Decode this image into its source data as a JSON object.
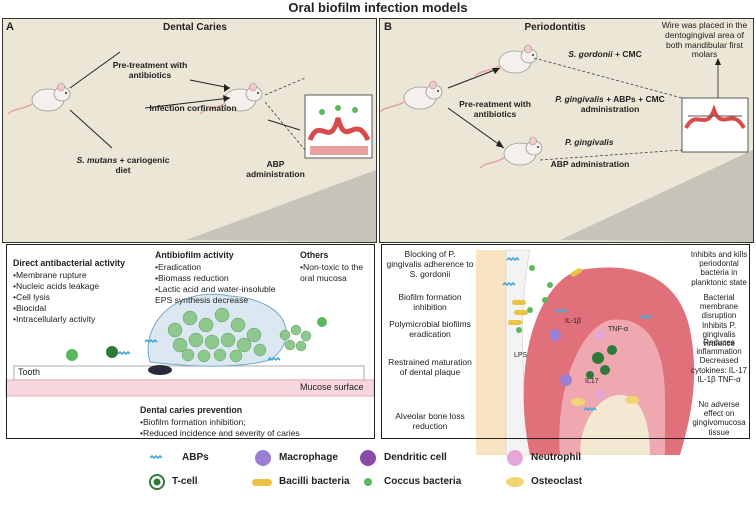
{
  "title": "Oral biofilm infection models",
  "panelA": {
    "letter": "A",
    "heading": "Dental Caries",
    "pretreat": "Pre-treatment with antibiotics",
    "infection": "Infection corfirmation",
    "smutans": "S. mutans",
    "smutans_suffix": "+ cariogenic diet",
    "abp": "ABP administration",
    "direct_title": "Direct antibacterial activity",
    "direct_items": [
      "•Membrane rupture",
      "•Nucleic acids leakage",
      "•Cell lysis",
      "•Biocidal",
      "•Intracellularly activity"
    ],
    "antibiofilm_title": "Antibiofilm activity",
    "antibiofilm_items": [
      "•Eradication",
      "•Biomass reduction",
      "•Lactic acid and water-insoluble EPS synthesis decrease"
    ],
    "others_title": "Others",
    "others_items": [
      "•Non-toxic to the oral mucosa"
    ],
    "tooth": "Tooth",
    "mucose": "Mucose surface",
    "prevention_title": "Dental caries prevention",
    "prevention_items": [
      "•Biofilm formation inhibition;",
      "•Reduced incidence and severity of caries"
    ]
  },
  "panelB": {
    "letter": "B",
    "heading": "Periodontitis",
    "sgordonii": "S. gordonii",
    "sgordonii_suffix": "+ CMC",
    "pging_combo": "P. gingivalis",
    "pging_combo_suffix": "+ ABPs + CMC administration",
    "pging": "P. gingivalis",
    "pretreat": "Pre-reatment with antibiotics",
    "abp": "ABP administration",
    "wire": "Wire was placed in the dentogingival area of both mandibular first molars",
    "left_notes": [
      "Blocking of P. gingivalis adherence to S. gordonii",
      "Biofilm formation inhibition",
      "Polymicrobial biofilms eradication",
      "Restrained maturation of dental plaque",
      "Alveolar bone loss reduction"
    ],
    "right_notes": [
      "Inhibits and kills periodontal bacteria in planktonic state",
      "Bacterial membrane disruption Inhibits P. gingivalis virulence",
      "Reduces inflammation Decreased cytokines: IL-17 IL-1β TNF-α",
      "No adverse effect on gingivomucosa tissue"
    ],
    "labels": {
      "il1b": "IL-1β",
      "tnf": "TNF-α",
      "lps": "LPS",
      "il17": "IL17"
    }
  },
  "legend": {
    "abps": "ABPs",
    "macrophage": "Macrophage",
    "dendritic": "Dendritic cell",
    "neutrophil": "Neutrophil",
    "tcell": "T-cell",
    "bacilli": "Bacilli bacteria",
    "coccus": "Coccus bacteria",
    "osteoclast": "Osteoclast"
  },
  "colors": {
    "panel_bg": "#ebe6d6",
    "gum": "#e0707a",
    "coccus": "#5cb85c",
    "abp": "#4aa8d8",
    "bacilli": "#e8c440"
  }
}
